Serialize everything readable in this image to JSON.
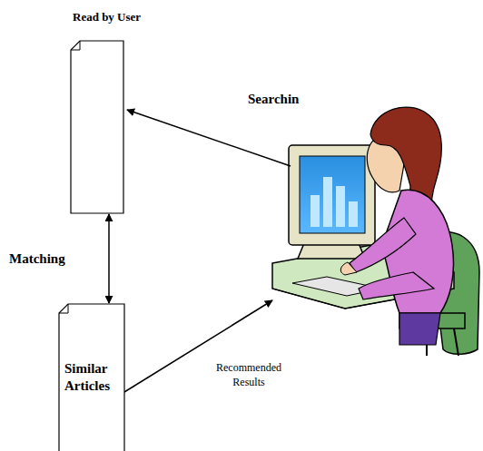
{
  "diagram": {
    "nodes": [
      {
        "text": [
          "Read by User"
        ]
      },
      {
        "text": [
          "Similar Articles"
        ]
      }
    ],
    "edges": [
      {
        "from": 0,
        "to": 1,
        "arrow": "both",
        "label": "Matching"
      }
    ],
    "labels": [
      "Searchin",
      "Recommended Results"
    ]
  }
}
